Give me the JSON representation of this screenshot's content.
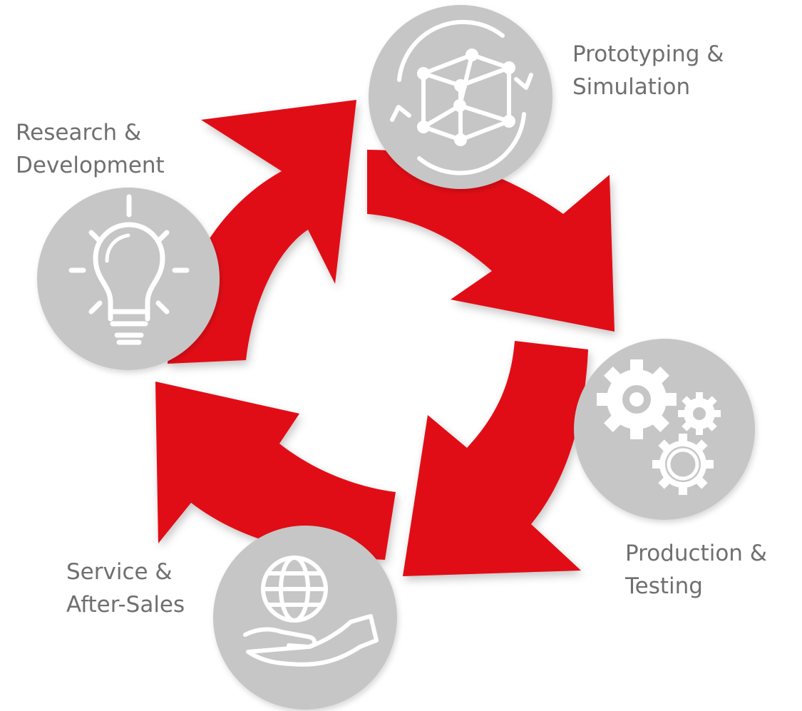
{
  "colors": {
    "arrow": "#e10a14",
    "circle": "#c6c6c6",
    "icon": "#ffffff",
    "text": "#6f6f6f",
    "background": "#ffffff"
  },
  "stages": [
    {
      "id": "research",
      "icon": "lightbulb-icon",
      "label_line1": "Research &",
      "label_line2": "Development"
    },
    {
      "id": "prototyping",
      "icon": "cube-rotate-icon",
      "label_line1": "Prototyping &",
      "label_line2": "Simulation"
    },
    {
      "id": "production",
      "icon": "gears-icon",
      "label_line1": "Production &",
      "label_line2": "Testing"
    },
    {
      "id": "service",
      "icon": "globe-hand-icon",
      "label_line1": "Service &",
      "label_line2": "After-Sales"
    }
  ]
}
